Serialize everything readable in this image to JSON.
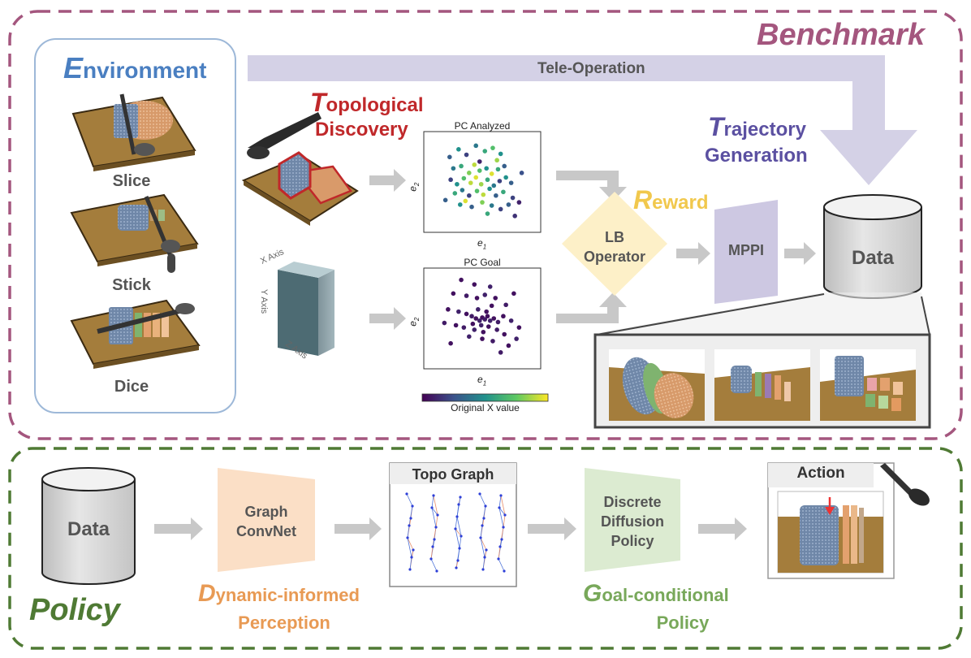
{
  "colors": {
    "benchmark_border": "#a4567e",
    "policy_border": "#4f7a34",
    "environment_blue": "#4a7fc1",
    "topological_red": "#c0282a",
    "trajectory_purple": "#5b50a1",
    "reward_yellow": "#f1c84d",
    "dynamic_orange": "#e89a54",
    "goal_green": "#78a85a",
    "arrow_gray": "#c8c8c8",
    "teleop_lavender": "#d4d1e6",
    "mppi_lavender": "#cdc8e2",
    "lb_operator_fill": "#fdf0c8",
    "graph_convnet_fill": "#fbdfc6",
    "diffusion_fill": "#dcebd1",
    "board_brown": "#a47d3c"
  },
  "benchmark": {
    "title": "Benchmark",
    "environment": {
      "first_letter": "E",
      "rest": "nvironment",
      "items": [
        "Slice",
        "Stick",
        "Dice"
      ]
    },
    "topological": {
      "first_letter": "T",
      "line1_rest": "opological",
      "line2": "Discovery"
    },
    "trajectory": {
      "first_letter": "T",
      "line1_rest": "rajectory",
      "line2": "Generation"
    },
    "reward": {
      "first_letter": "R",
      "rest": "eward"
    },
    "teleop_label": "Tele-Operation",
    "axes_labels": {
      "x": "X Axis",
      "y": "Y Axis",
      "z": "Z Axis"
    },
    "pc_analyzed": {
      "title": "PC Analyzed",
      "xlabel": "e",
      "xsub": "1",
      "ylabel": "e",
      "ysub": "2"
    },
    "pc_goal": {
      "title": "PC Goal",
      "xlabel": "e",
      "xsub": "1",
      "ylabel": "e",
      "ysub": "2"
    },
    "colorbar_label": "Original X value",
    "lb_operator": {
      "line1": "LB",
      "line2": "Operator"
    },
    "mppi": "MPPI",
    "data": "Data"
  },
  "policy": {
    "title": "Policy",
    "data": "Data",
    "graph_convnet": {
      "line1": "Graph",
      "line2": "ConvNet"
    },
    "dynamic": {
      "first_letter": "D",
      "line1_rest": "ynamic-informed",
      "line2": "Perception"
    },
    "topo_graph_title": "Topo Graph",
    "diffusion": {
      "line1": "Discrete",
      "line2": "Diffusion",
      "line3": "Policy"
    },
    "goal": {
      "first_letter": "G",
      "line1_rest": "oal-conditional",
      "line2": "Policy"
    },
    "action_title": "Action"
  },
  "chart_data": [
    {
      "type": "scatter",
      "title": "PC Analyzed",
      "xlabel": "e1",
      "ylabel": "e2",
      "colorbar": "Original X value",
      "points": [
        [
          -0.62,
          0.55,
          0.3
        ],
        [
          -0.45,
          0.72,
          0.5
        ],
        [
          -0.3,
          0.6,
          0.2
        ],
        [
          -0.12,
          0.8,
          0.4
        ],
        [
          0.05,
          0.68,
          0.6
        ],
        [
          0.2,
          0.75,
          0.7
        ],
        [
          0.35,
          0.62,
          0.5
        ],
        [
          -0.55,
          0.3,
          0.4
        ],
        [
          -0.4,
          0.35,
          0.6
        ],
        [
          -0.25,
          0.2,
          0.8
        ],
        [
          -0.15,
          0.38,
          0.9
        ],
        [
          -0.05,
          0.25,
          0.7
        ],
        [
          0.08,
          0.3,
          0.5
        ],
        [
          0.18,
          0.18,
          0.95
        ],
        [
          0.3,
          0.28,
          0.6
        ],
        [
          0.42,
          0.35,
          0.3
        ],
        [
          -0.6,
          0.05,
          0.2
        ],
        [
          -0.48,
          -0.05,
          0.5
        ],
        [
          -0.35,
          0.08,
          0.7
        ],
        [
          -0.22,
          -0.02,
          0.9
        ],
        [
          -0.12,
          0.1,
          0.95
        ],
        [
          -0.02,
          -0.05,
          0.85
        ],
        [
          0.1,
          0.05,
          0.6
        ],
        [
          0.22,
          -0.08,
          0.4
        ],
        [
          0.33,
          0.02,
          0.2
        ],
        [
          0.45,
          0.1,
          0.5
        ],
        [
          0.55,
          -0.02,
          0.3
        ],
        [
          -0.52,
          -0.25,
          0.6
        ],
        [
          -0.38,
          -0.18,
          0.4
        ],
        [
          -0.25,
          -0.3,
          0.2
        ],
        [
          -0.1,
          -0.2,
          0.7
        ],
        [
          0.02,
          -0.28,
          0.9
        ],
        [
          0.14,
          -0.15,
          0.5
        ],
        [
          0.26,
          -0.3,
          0.3
        ],
        [
          0.4,
          -0.22,
          0.6
        ],
        [
          0.58,
          -0.35,
          0.2
        ],
        [
          -0.42,
          -0.5,
          0.5
        ],
        [
          -0.2,
          -0.55,
          0.3
        ],
        [
          0.0,
          -0.45,
          0.8
        ],
        [
          0.18,
          -0.52,
          0.4
        ],
        [
          0.35,
          -0.6,
          0.2
        ],
        [
          0.5,
          -0.5,
          0.3
        ],
        [
          0.7,
          -0.45,
          0.1
        ],
        [
          0.62,
          -0.75,
          0.15
        ],
        [
          -0.7,
          -0.4,
          0.3
        ],
        [
          0.75,
          0.2,
          0.25
        ],
        [
          -0.05,
          0.45,
          0.1
        ],
        [
          0.28,
          0.48,
          0.85
        ],
        [
          -0.32,
          -0.42,
          0.95
        ],
        [
          0.1,
          -0.7,
          0.6
        ]
      ]
    },
    {
      "type": "scatter",
      "title": "PC Goal",
      "xlabel": "e1",
      "ylabel": "e2",
      "colorbar": "Original X value",
      "points": [
        [
          -0.4,
          0.85,
          0.05
        ],
        [
          -0.15,
          0.75,
          0.05
        ],
        [
          0.15,
          0.7,
          0.1
        ],
        [
          -0.55,
          0.55,
          0.05
        ],
        [
          -0.3,
          0.5,
          0.08
        ],
        [
          -0.1,
          0.45,
          0.05
        ],
        [
          0.05,
          0.52,
          0.1
        ],
        [
          0.25,
          0.45,
          0.05
        ],
        [
          0.45,
          0.3,
          0.08
        ],
        [
          -0.65,
          0.2,
          0.05
        ],
        [
          -0.45,
          0.15,
          0.1
        ],
        [
          -0.3,
          0.1,
          0.05
        ],
        [
          -0.2,
          0.05,
          0.08
        ],
        [
          -0.12,
          0.0,
          0.05
        ],
        [
          -0.05,
          -0.05,
          0.1
        ],
        [
          0.0,
          0.02,
          0.05
        ],
        [
          0.05,
          -0.02,
          0.08
        ],
        [
          0.1,
          0.05,
          0.05
        ],
        [
          0.15,
          -0.05,
          0.1
        ],
        [
          0.22,
          0.0,
          0.05
        ],
        [
          0.3,
          -0.08,
          0.08
        ],
        [
          0.4,
          0.05,
          0.05
        ],
        [
          0.55,
          -0.05,
          0.1
        ],
        [
          -0.5,
          -0.15,
          0.05
        ],
        [
          -0.35,
          -0.2,
          0.08
        ],
        [
          -0.18,
          -0.12,
          0.05
        ],
        [
          -0.02,
          -0.15,
          0.1
        ],
        [
          0.12,
          -0.18,
          0.05
        ],
        [
          0.28,
          -0.25,
          0.08
        ],
        [
          0.42,
          -0.35,
          0.05
        ],
        [
          -0.25,
          -0.4,
          0.1
        ],
        [
          0.0,
          -0.45,
          0.05
        ],
        [
          0.2,
          -0.5,
          0.08
        ],
        [
          0.5,
          -0.6,
          0.05
        ],
        [
          0.65,
          -0.45,
          0.1
        ],
        [
          -0.6,
          -0.55,
          0.05
        ],
        [
          0.35,
          -0.75,
          0.08
        ],
        [
          0.7,
          -0.2,
          0.05
        ],
        [
          -0.08,
          0.2,
          0.1
        ],
        [
          0.08,
          0.15,
          0.05
        ],
        [
          0.6,
          0.55,
          0.05
        ],
        [
          -0.72,
          -0.1,
          0.08
        ],
        [
          0.02,
          -0.3,
          0.05
        ],
        [
          -0.15,
          -0.25,
          0.1
        ],
        [
          0.18,
          0.28,
          0.05
        ]
      ]
    }
  ]
}
